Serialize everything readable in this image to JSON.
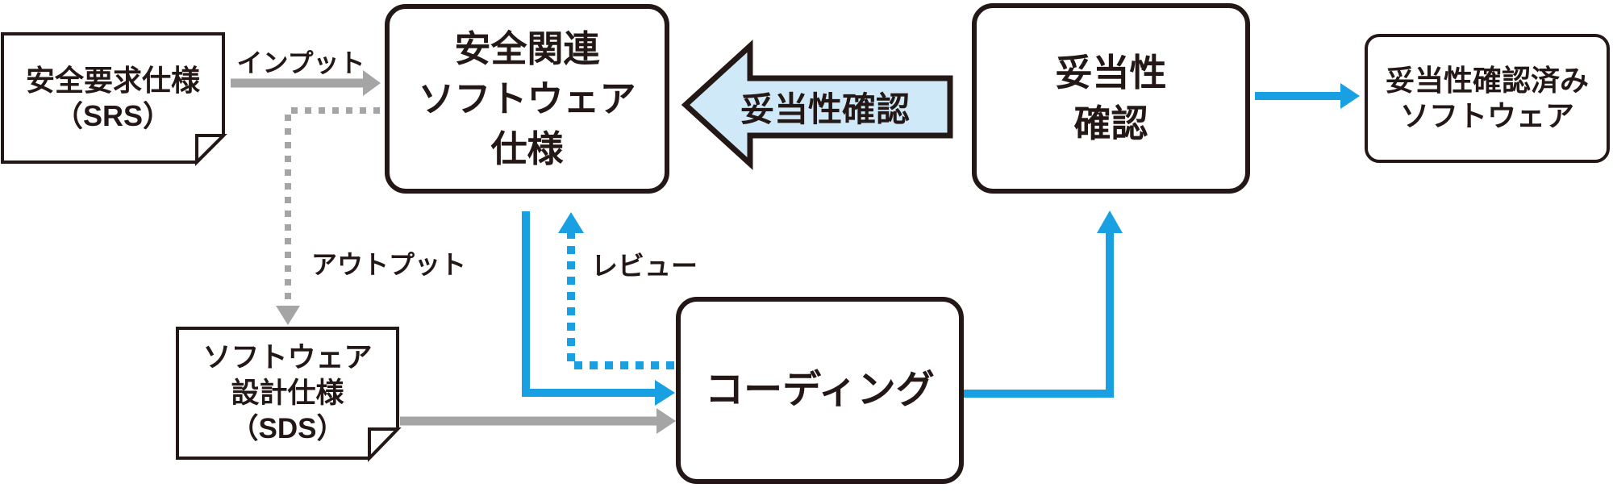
{
  "nodes": {
    "srs": {
      "lines": [
        "安全要求仕様",
        "（SRS）"
      ]
    },
    "spec": {
      "lines": [
        "安全関連",
        "ソフトウェア",
        "仕様"
      ]
    },
    "validation": {
      "lines": [
        "妥当性",
        "確認"
      ]
    },
    "coding": {
      "label": "コーディング"
    },
    "validated": {
      "lines": [
        "妥当性確認済み",
        "ソフトウェア"
      ]
    },
    "sds": {
      "lines": [
        "ソフトウェア",
        "設計仕様",
        "（SDS）"
      ]
    }
  },
  "edges": {
    "input_label": "インプット",
    "output_label": "アウトプット",
    "review_label": "レビュー",
    "validation_arrow_label": "妥当性確認"
  },
  "colors": {
    "ink": "#231815",
    "accent_blue": "#18a0e2",
    "light_blue_fill": "#cfe9f8",
    "gray": "#a5a5a5"
  }
}
